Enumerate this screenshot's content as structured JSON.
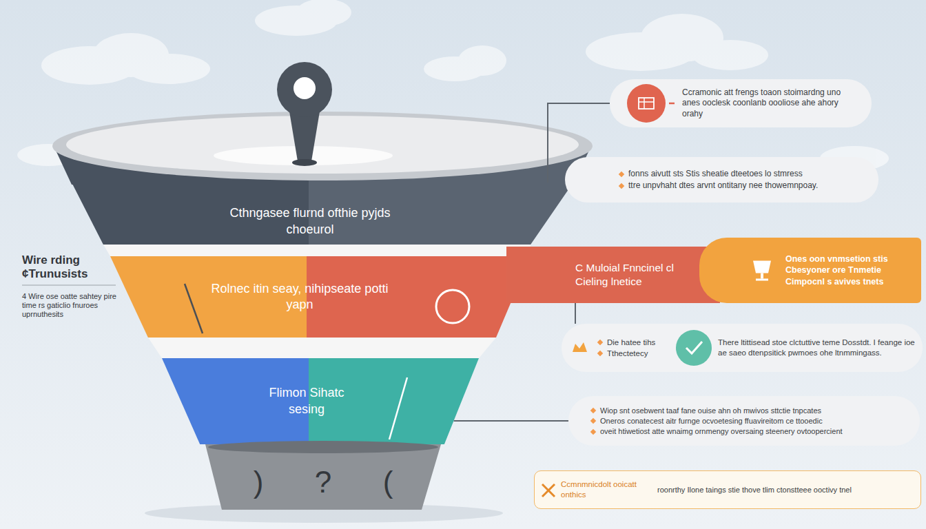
{
  "diagram": {
    "nodes": [
      {
        "text": [
          "Cthngasee flurnd ofthie pyjds choeurol"
        ]
      },
      {
        "text": [
          "Rolnec itin seay, nihipseate potti yapn"
        ]
      },
      {
        "text": [
          "Flimon Sihatc sesing"
        ]
      },
      {
        "text": [
          ")",
          "?",
          "("
        ]
      },
      {
        "text": [
          "Ccramonic att frengs toaon stoimardng uno anes ooclesk coonlanb oooliose ahe ahory orahy"
        ]
      },
      {
        "text": [
          "fonns aivutt sts Stis sheatie dteetoes lo stmress",
          "ttre unpvhaht dtes arvnt ontitany nee thowemnpoay."
        ]
      },
      {
        "text": [
          "C Muloial Fnncinel cl Cieling lnetice"
        ]
      },
      {
        "text": [
          "Ones oon vnmsetion stis Cbesyoner ore Tnmetie Cimpocnl s avives tnets"
        ]
      },
      {
        "text": [
          "Die hatee tihs",
          "Tthectetecy",
          "There ltittisead stoe clctuttive teme Dosstdt. I feange ioe ae saeo dtenpsitick pwmoes ohe ltnmmingass."
        ]
      },
      {
        "text": [
          "Wiop snt osebwent taaf fane ouise ahn oh mwivos sttctie tnpcates",
          "Oneros conatecest aitr furnge ocvoetesing ffuavireitom ce ttooedic",
          "oveit htiwetiost atte wnaimg ornmengy oversaing steenery ovtoopercient"
        ]
      },
      {
        "text": [
          "Ccmnmnicdolt ooicatt onthics",
          "roonrthy Ilone taings stie thove tlim ctonstteee ooctivy tnel"
        ]
      }
    ],
    "edges": [
      {
        "from": 0,
        "to": 4,
        "arrow": "none"
      },
      {
        "from": 6,
        "to": 8,
        "arrow": "none"
      },
      {
        "from": 2,
        "to": 9,
        "arrow": "none"
      }
    ],
    "labels": [
      "Wire rding ¢Trunusists",
      "4 Wire ose oatte sahtey pire time rs gaticlio fnuroes uprnuthesits"
    ]
  }
}
